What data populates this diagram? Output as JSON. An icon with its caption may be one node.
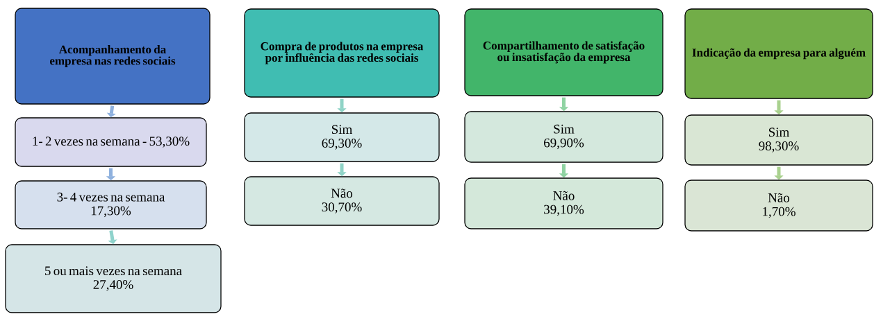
{
  "diagram": {
    "nodes": [
      {
        "text": [
          "Acompanhamento da empresa nas redes sociais"
        ]
      },
      {
        "text": [
          "1- 2 vezes na semana - 53,30%"
        ]
      },
      {
        "text": [
          "3- 4 vezes na semana",
          "17,30%"
        ]
      },
      {
        "text": [
          "5 ou mais vezes na semana",
          "27,40%"
        ]
      },
      {
        "text": [
          "Compra de produtos na empresa por influência das redes sociais"
        ]
      },
      {
        "text": [
          "Sim",
          "69,30%"
        ]
      },
      {
        "text": [
          "Não",
          "30,70%"
        ]
      },
      {
        "text": [
          "Compartilhamento de satisfação ou insatisfação da empresa"
        ]
      },
      {
        "text": [
          "Sim",
          "69,90%"
        ]
      },
      {
        "text": [
          "Não",
          "39,10%"
        ]
      },
      {
        "text": [
          "Indicação da empresa para alguém"
        ]
      },
      {
        "text": [
          "Sim",
          "98,30%"
        ]
      },
      {
        "text": [
          "Não",
          "1,70%"
        ]
      }
    ],
    "edges": [
      {
        "from": 0,
        "to": 1,
        "arrow": "to"
      },
      {
        "from": 1,
        "to": 2,
        "arrow": "to"
      },
      {
        "from": 2,
        "to": 3,
        "arrow": "to"
      },
      {
        "from": 4,
        "to": 5,
        "arrow": "to"
      },
      {
        "from": 5,
        "to": 6,
        "arrow": "to"
      },
      {
        "from": 7,
        "to": 8,
        "arrow": "to"
      },
      {
        "from": 8,
        "to": 9,
        "arrow": "to"
      },
      {
        "from": 10,
        "to": 11,
        "arrow": "to"
      },
      {
        "from": 11,
        "to": 12,
        "arrow": "to"
      }
    ]
  }
}
